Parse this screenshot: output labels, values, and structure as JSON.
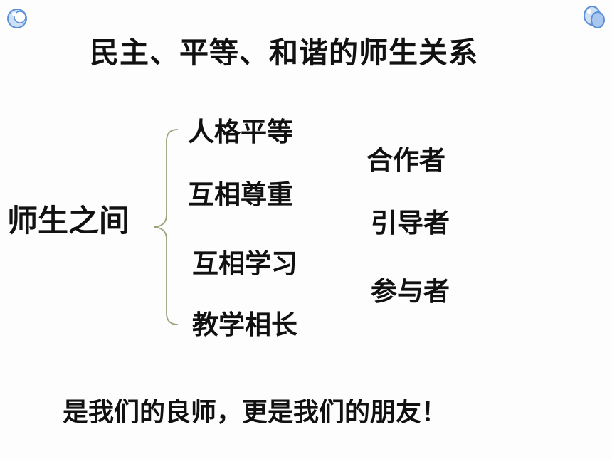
{
  "slide": {
    "title": "民主、平等、和谐的师生关系",
    "center_label": "师生之间",
    "qualities": [
      "人格平等",
      "互相尊重",
      "互相学习",
      "教学相长"
    ],
    "roles": [
      "合作者",
      "引导者",
      "参与者"
    ],
    "footer": "是我们的良师，更是我们的朋友！"
  },
  "colors": {
    "text": "#111111",
    "brace": "#9aa27a",
    "bubble": "#5b8fd6",
    "bubble_light": "#cfe0f5"
  },
  "icons": [
    "bubble-decoration-icon",
    "brace-icon"
  ]
}
